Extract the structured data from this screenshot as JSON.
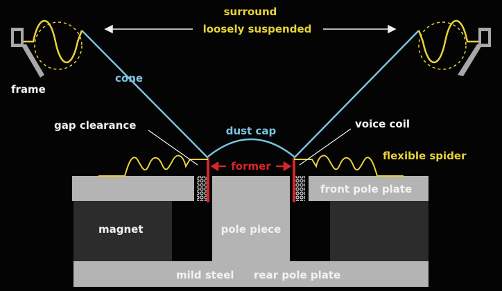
{
  "labels": {
    "surround": "surround",
    "loosely": "loosely suspended",
    "frame": "frame",
    "cone": "cone",
    "gap_clearance": "gap clearance",
    "dust_cap": "dust cap",
    "voice_coil": "voice coil",
    "flexible_spider": "flexible spider",
    "former": "former",
    "front_pole_plate": "front pole plate",
    "magnet": "magnet",
    "pole_piece": "pole piece",
    "mild_steel": "mild steel",
    "rear_pole_plate": "rear pole plate"
  },
  "colors": {
    "background": "#040404",
    "label_white": "#f2f2f2",
    "label_yellow": "#e8d23a",
    "cone_blue": "#7cc3df",
    "former_red": "#d8262b",
    "steel_grey": "#b4b4b4",
    "magnet_dark": "#2c2c2c",
    "frame_grey": "#a8a8a8"
  },
  "icons": {
    "surround_arrow": "double-arrow-icon",
    "frame_bracket": "frame-bracket-icon",
    "former_arrow": "double-arrow-icon"
  }
}
